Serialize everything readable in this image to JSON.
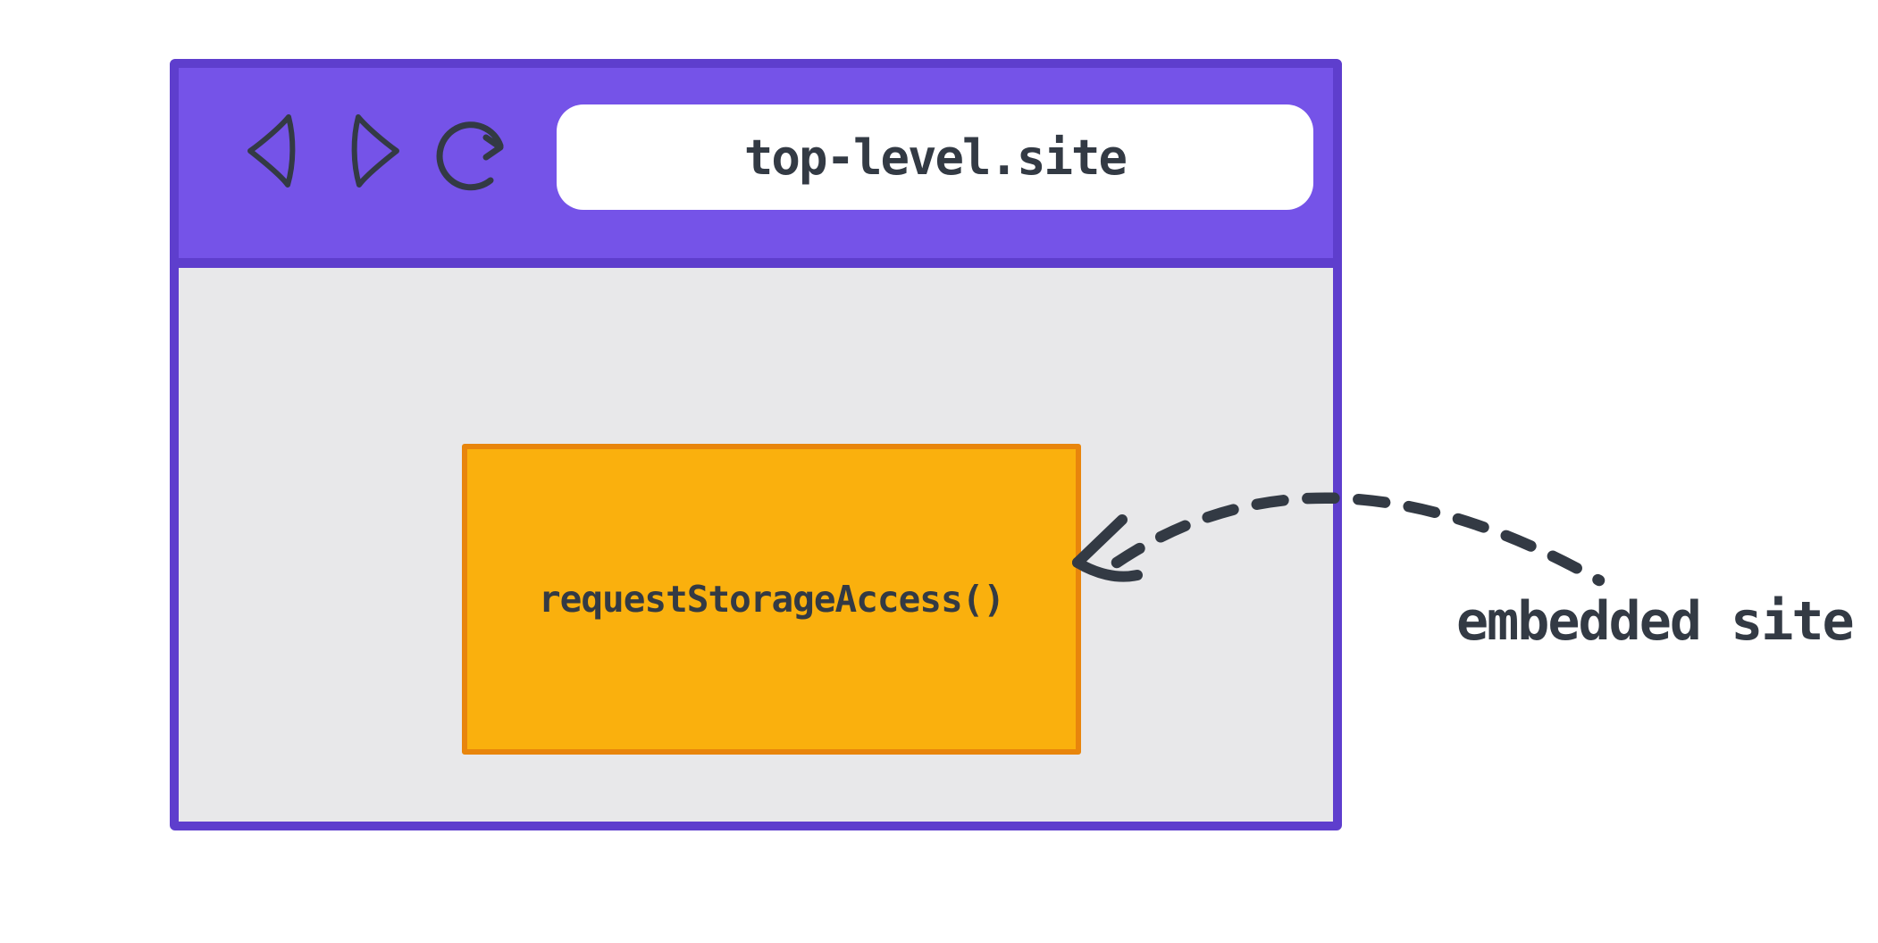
{
  "colors": {
    "toolbar_purple": "#7553e8",
    "window_border_purple": "#5e3ecd",
    "content_gray": "#e8e8ea",
    "embed_orange": "#fab00d",
    "embed_border_orange": "#e8850c",
    "ink": "#333a44",
    "address_bar_bg": "#ffffff",
    "page_bg": "#ffffff"
  },
  "browser_window": {
    "nav": {
      "back_icon": "back-icon",
      "forward_icon": "forward-icon",
      "reload_icon": "reload-icon"
    },
    "address_bar": {
      "value": "top-level.site"
    },
    "embedded_frame": {
      "label": "requestStorageAccess()"
    }
  },
  "annotation": {
    "label": "embedded site",
    "arrow_icon": "curved-dashed-arrow-icon"
  }
}
